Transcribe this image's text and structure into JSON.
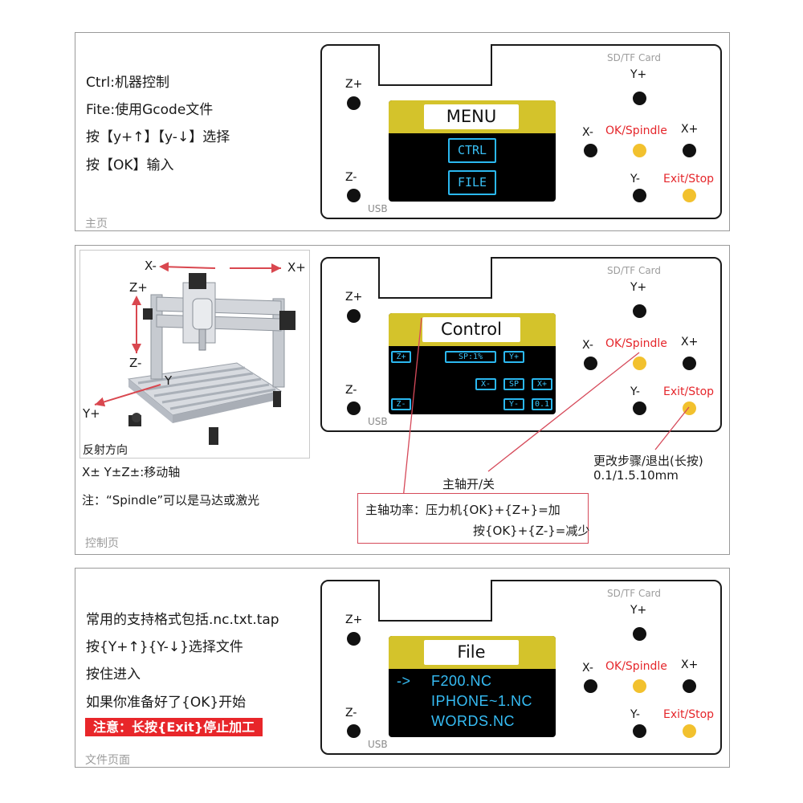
{
  "board": {
    "sd_label": "SD/TF Card",
    "usb_label": "USB",
    "z_plus": "Z+",
    "z_minus": "Z-",
    "y_plus": "Y+",
    "y_minus": "Y-",
    "x_minus": "X-",
    "x_plus": "X+",
    "ok_spindle": "OK/Spindle",
    "exit_stop": "Exit/Stop",
    "colors": {
      "button": "#111111",
      "button_active": "#f2c12e",
      "screen_header": "#d4c32b",
      "screen_text": "#36bcf4",
      "red_label": "#e5262b"
    }
  },
  "home": {
    "caption": "主页",
    "lines": [
      "Ctrl:机器控制",
      "Fite:使用Gcode文件",
      "按【y+↑】【y-↓】选择",
      "按【OK】输入"
    ],
    "screen": {
      "title": "MENU",
      "items": [
        "CTRL",
        "FILE"
      ]
    }
  },
  "control": {
    "caption": "控制页",
    "photo": {
      "x_minus": "X-",
      "x_plus": "X+",
      "z_plus": "Z+",
      "z_minus": "Z-",
      "y": "Y",
      "y_plus": "Y+",
      "caption": "反射方向"
    },
    "axis_note": "X± Y±Z±:移动轴",
    "spindle_note": "注：“Spindle”可以是马达或激光",
    "screen": {
      "title": "Control",
      "z_plus": "Z+",
      "sp_pct": "SP:1%",
      "y_plus": "Y+",
      "x_minus": "X-",
      "sp": "SP",
      "x_plus": "X+",
      "z_minus": "Z-",
      "y_minus": "Y-",
      "step": "0.1"
    },
    "step_note": {
      "line1": "更改步骤/退出(长按)",
      "line2": "0.1/1.5.10mm"
    },
    "spindle_toggle": "主轴开/关",
    "power_note": {
      "line1": "主轴功率：压力机{OK}+{Z+}=加",
      "line2": "按{OK}+{Z-}=减少"
    }
  },
  "file": {
    "caption": "文件页面",
    "lines": [
      "常用的支持格式包括.nc.txt.tap",
      "按{Y+↑}{Y-↓}选择文件",
      "按住进入",
      "如果你准备好了{OK}开始"
    ],
    "warning": "注意：长按{Exit}停止加工",
    "screen": {
      "title": "File",
      "cursor": "->",
      "files": [
        "F200.NC",
        "IPHONE~1.NC",
        "WORDS.NC"
      ]
    }
  }
}
